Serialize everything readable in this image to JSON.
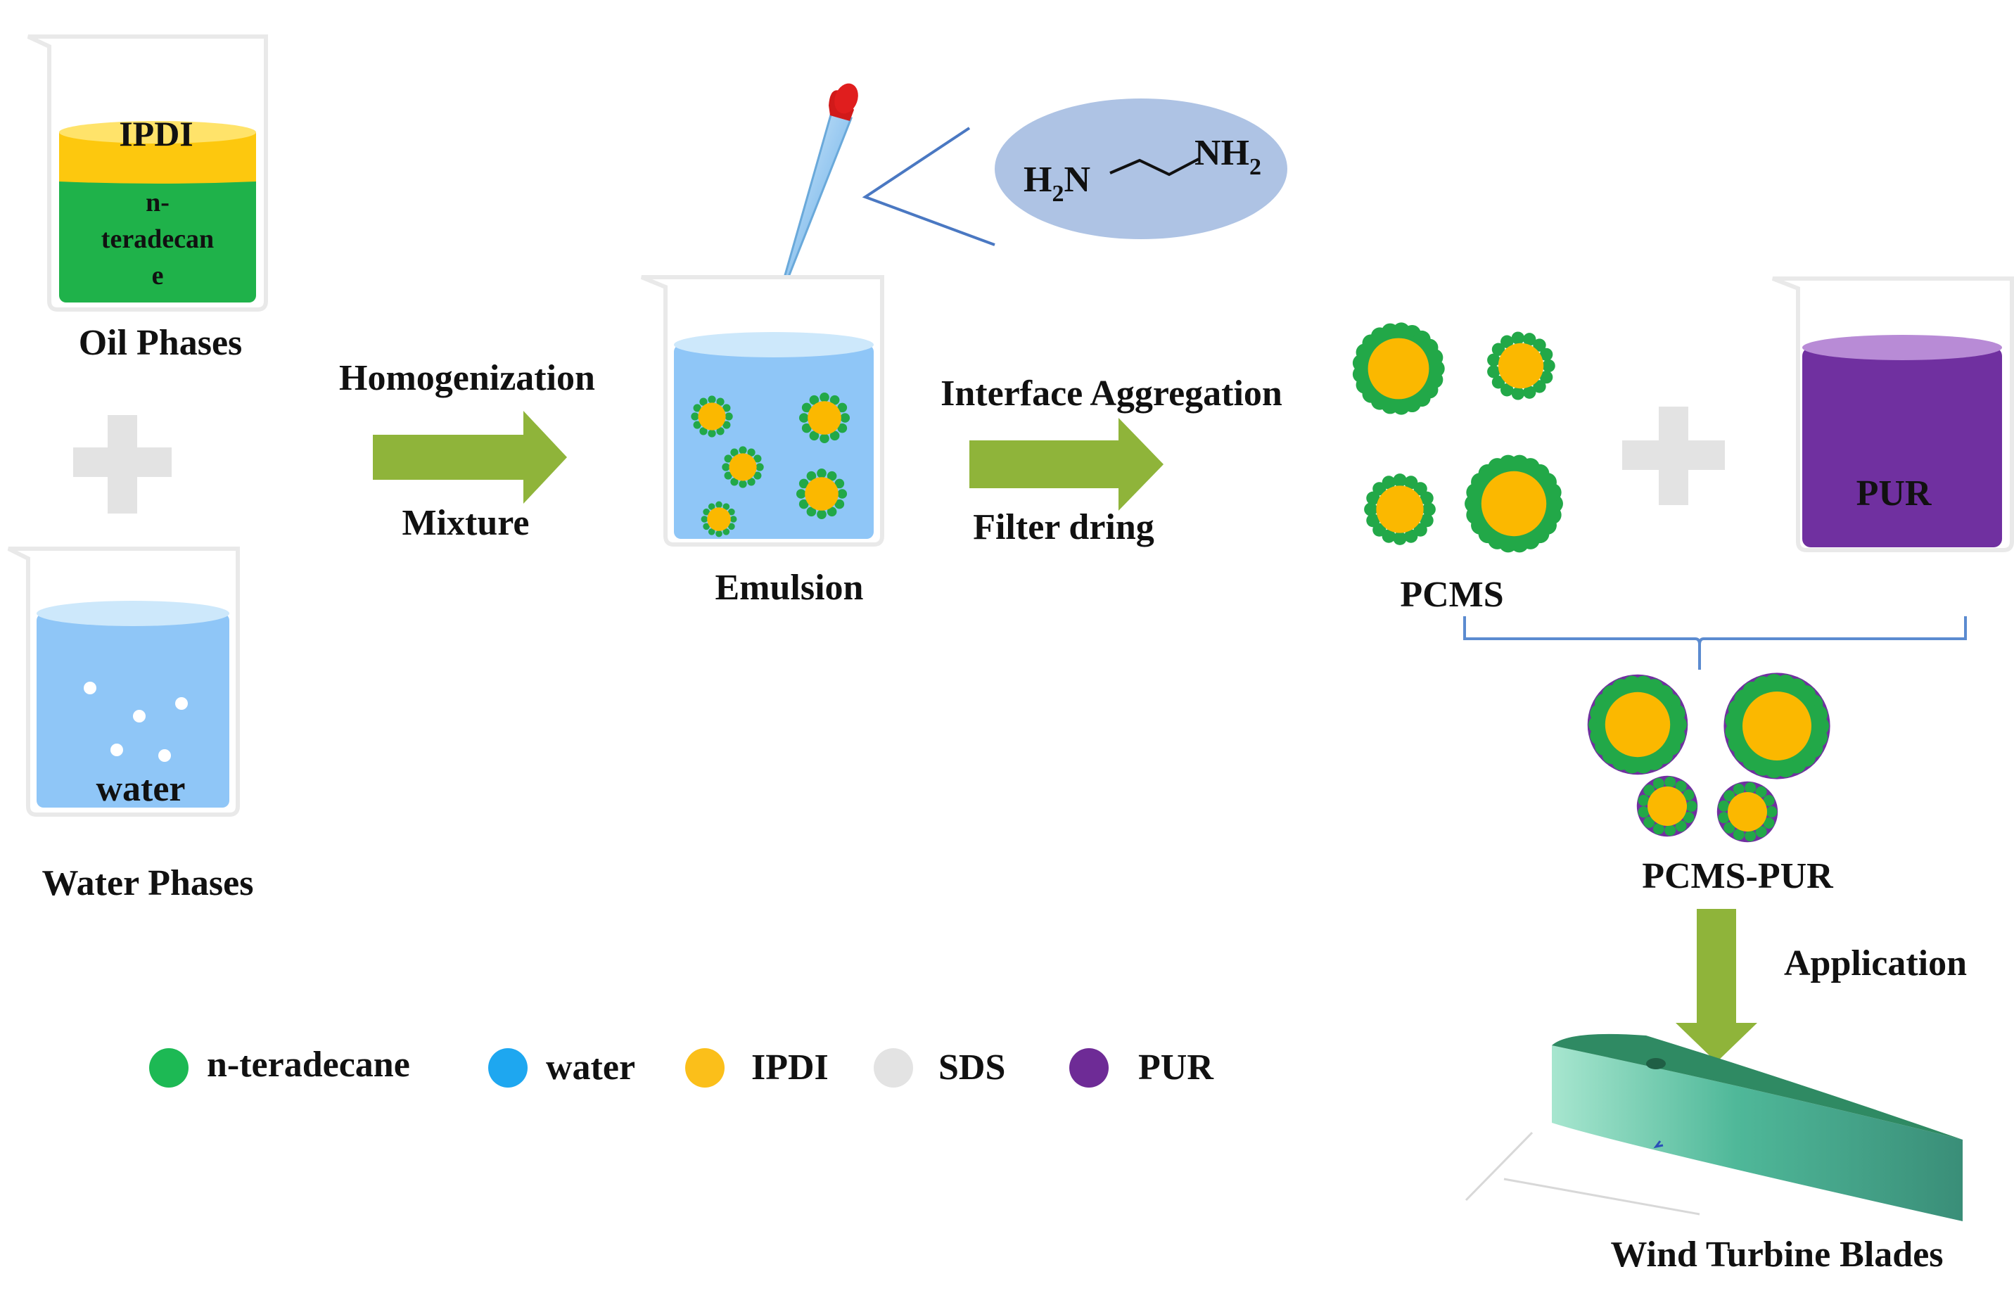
{
  "labels": {
    "ipdi": "IPDI",
    "n_tetradecane_lines": [
      "n-",
      "teradecan",
      "e"
    ],
    "oil_phases": "Oil Phases",
    "water_in_beaker": "water",
    "water_phases": "Water Phases",
    "homogenization": "Homogenization",
    "mixture": "Mixture",
    "emulsion": "Emulsion",
    "interface_aggregation": "Interface Aggregation",
    "filter_dring": "Filter dring",
    "pcms": "PCMS",
    "pur_in_beaker": "PUR",
    "pcms_pur": "PCMS-PUR",
    "application": "Application",
    "wind_turbine_blades": "Wind Turbine Blades"
  },
  "molecule": {
    "left_group": "H",
    "left_sub": "2",
    "left_atom": "N",
    "right_group": "NH",
    "right_sub": "2"
  },
  "legend": [
    {
      "label": "n-teradecane",
      "color": "#1db954"
    },
    {
      "label": "water",
      "color": "#1ea7f0"
    },
    {
      "label": "IPDI",
      "color": "#fbbf1a"
    },
    {
      "label": "SDS",
      "color": "#e3e3e3"
    },
    {
      "label": "PUR",
      "color": "#6e2b96"
    }
  ],
  "colors": {
    "ipdi_layer": "#fdc80e",
    "oil_green": "#1fb24a",
    "water_blue": "#8fc6f7",
    "pur_purple": "#7030a0",
    "arrow_green": "#8fb43a",
    "plus_gray": "#e3e3e3",
    "capsule_core": "#fbb800",
    "capsule_shell": "#22a848",
    "blade_teal": "#3fb398",
    "bracket_blue": "#5b8bd0"
  }
}
